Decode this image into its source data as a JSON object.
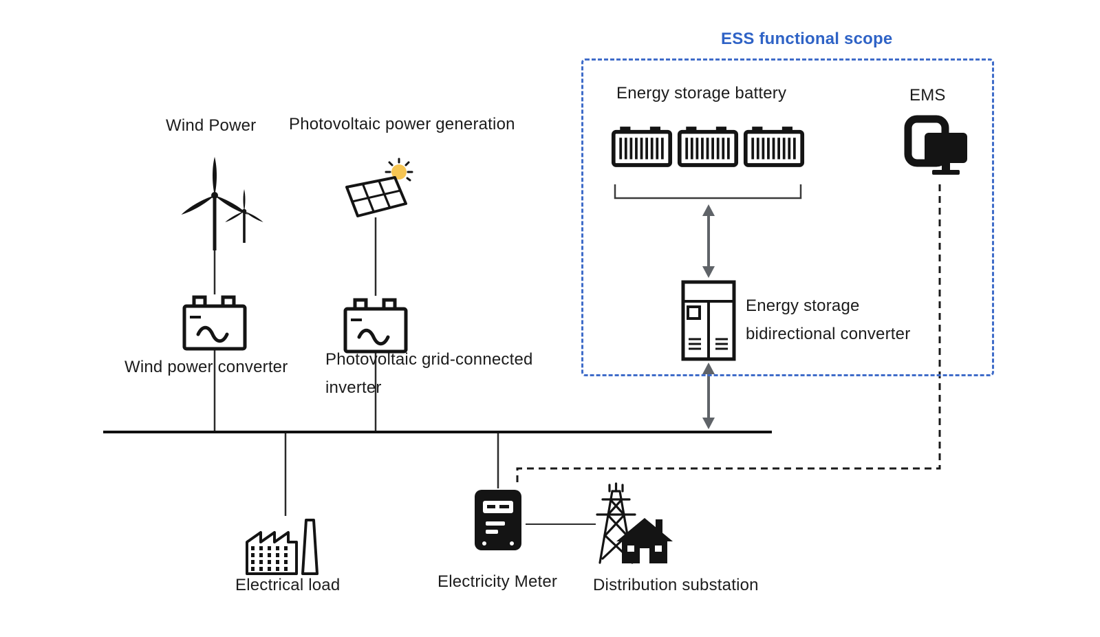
{
  "title": {
    "ess_scope": "ESS functional scope"
  },
  "nodes": {
    "wind_power": "Wind Power",
    "pv_generation": "Photovoltaic power generation",
    "wind_converter": "Wind power converter",
    "pv_inverter_l1": "Photovoltaic grid-connected",
    "pv_inverter_l2": "inverter",
    "ess_battery": "Energy storage battery",
    "ems": "EMS",
    "ess_converter_l1": "Energy storage",
    "ess_converter_l2": "bidirectional converter",
    "electrical_load": "Electrical load",
    "electricity_meter": "Electricity Meter",
    "distribution_substation": "Distribution substation"
  },
  "colors": {
    "accent_blue": "#2f63c6",
    "icon_black": "#141414",
    "arrow_gray": "#5f6368",
    "sun_yellow": "#f6c24a"
  }
}
